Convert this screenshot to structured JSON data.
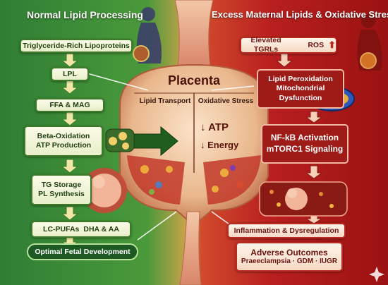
{
  "left": {
    "title": "Normal Lipid Processing",
    "boxes": [
      "Triglyceride-Rich Lipoproteins",
      "LPL",
      "FFA & MAG",
      "Beta-Oxidation",
      "ATP Production",
      "TG Storage",
      "PL Synthesis",
      "LC-PUFAs",
      "DHA & AA",
      "Optimal Fetal Development"
    ]
  },
  "right": {
    "title": "Excess Maternal Lipids & Oxidative Stress",
    "elevated": "Elevated TGRLs",
    "ros": "ROS",
    "lipid_perox": "Lipid Peroxidation",
    "mito": "Mitochondrial",
    "dysfunction": "Dysfunction",
    "nfkb": "NF-kB Activation",
    "mtorc": "mTORC1 Signaling",
    "inflammation": "Inflammation & Dysregulation",
    "adverse": "Adverse Outcomes",
    "outcomes": "Praeeclampsia · GDM · IUGR"
  },
  "placenta": {
    "title": "Placenta",
    "left_label": "Lipid Transport",
    "right_label": "Oxidative Stress",
    "atp": "↓ ATP",
    "energy": "↓ Energy"
  },
  "colors": {
    "green": "#2f7d34",
    "red": "#b81f1f",
    "placenta": "#e7b88f"
  }
}
